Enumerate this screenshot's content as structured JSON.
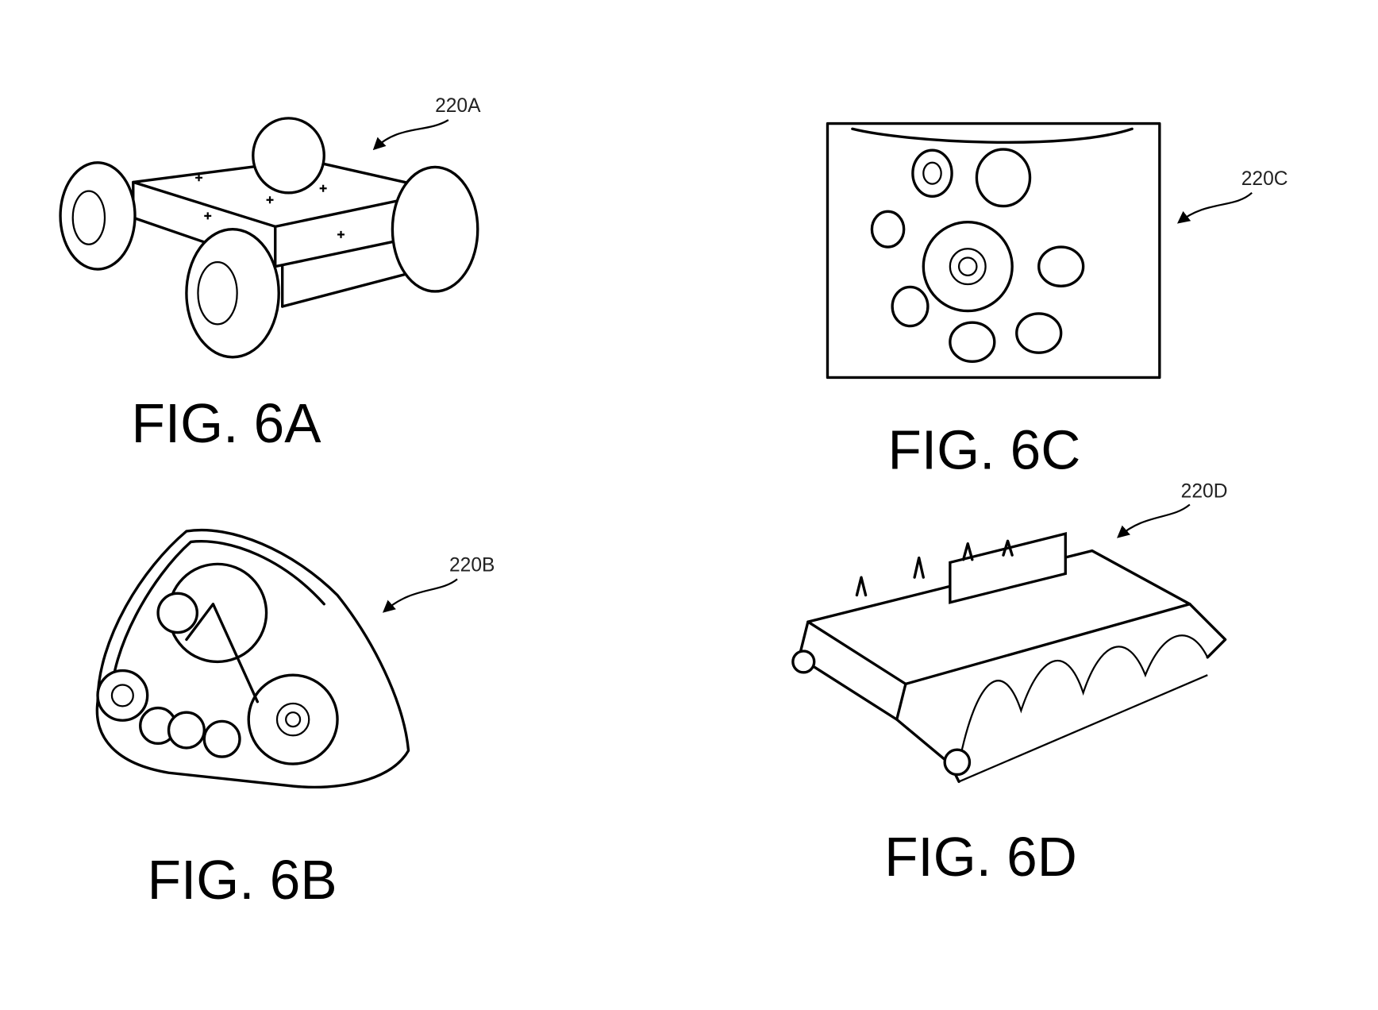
{
  "figures": [
    {
      "id": "6A",
      "caption": "FIG. 6A",
      "reference": "220A"
    },
    {
      "id": "6B",
      "caption": "FIG. 6B",
      "reference": "220B"
    },
    {
      "id": "6C",
      "caption": "FIG. 6C",
      "reference": "220C"
    },
    {
      "id": "6D",
      "caption": "FIG. 6D",
      "reference": "220D"
    }
  ]
}
